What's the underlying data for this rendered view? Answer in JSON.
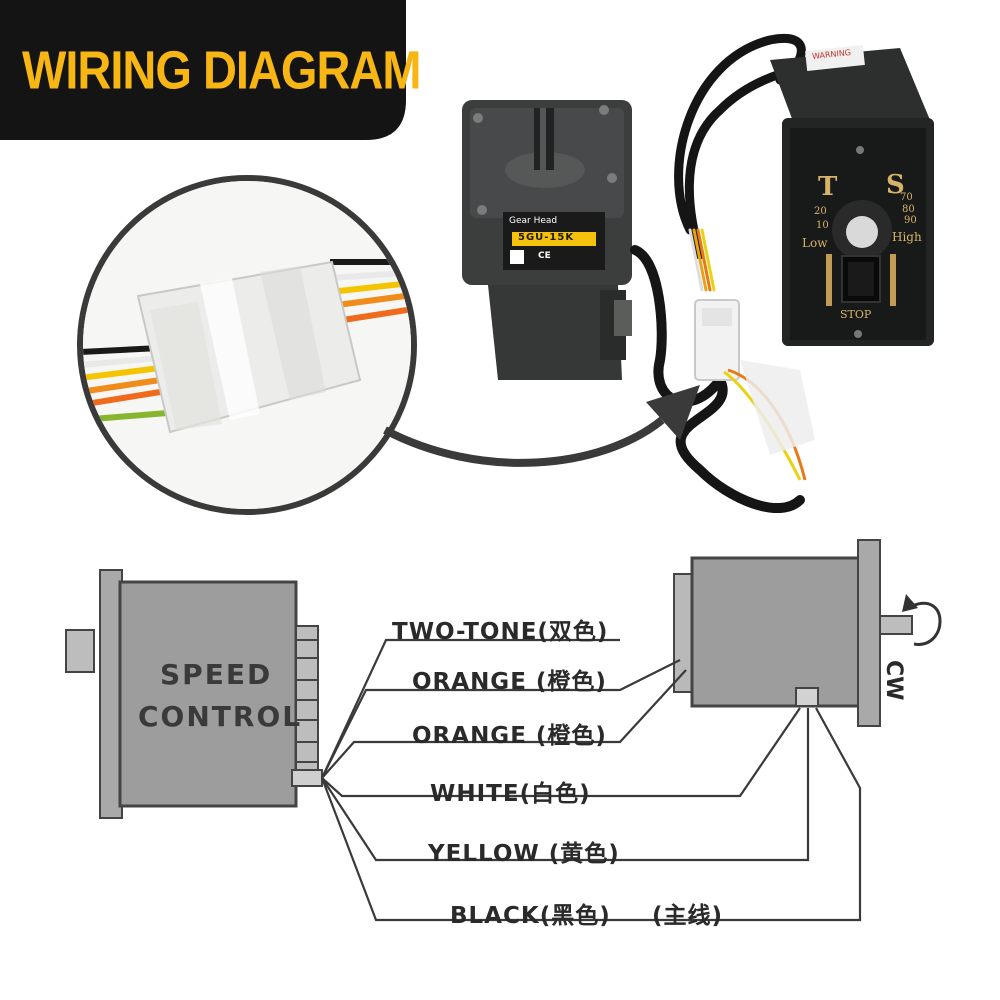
{
  "banner": {
    "title": "WIRING DIAGRAM"
  },
  "motor_label": {
    "brand": "Gear Head",
    "model": "5GU-15K",
    "mark": "CE"
  },
  "controller": {
    "warning": "WARNING",
    "t_letter": "T",
    "s_letter": "S",
    "scale": [
      "20",
      "10",
      "70",
      "80",
      "90"
    ],
    "low": "Low",
    "high": "High",
    "stop": "STOP"
  },
  "diagram": {
    "speed_control_line1": "SPEED",
    "speed_control_line2": "CONTROL",
    "rotation": "CW",
    "wires": [
      {
        "label": "TWO-TONE(双色)"
      },
      {
        "label": "ORANGE (橙色)"
      },
      {
        "label": "ORANGE (橙色)"
      },
      {
        "label": "WHITE(白色)"
      },
      {
        "label": "YELLOW (黄色)"
      },
      {
        "label": "BLACK(黑色)"
      }
    ],
    "main_line": "(主线)"
  }
}
